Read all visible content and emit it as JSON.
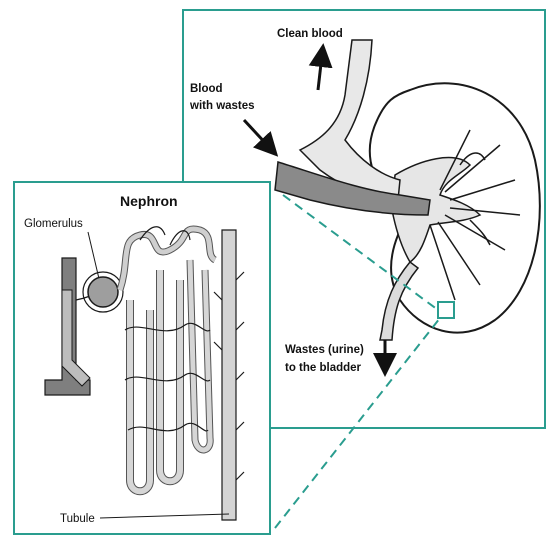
{
  "kidney_panel": {
    "labels": {
      "clean_blood": "Clean blood",
      "blood_line1": "Blood",
      "blood_line2": "with wastes",
      "wastes_line1": "Wastes (urine)",
      "wastes_line2": "to the bladder"
    }
  },
  "nephron_panel": {
    "title": "Nephron",
    "glomerulus": "Glomerulus",
    "tubule": "Tubule"
  },
  "colors": {
    "frame": "#2a9d8f",
    "outline": "#1a1a1a",
    "vessel_fill": "#8a8a8a",
    "ureter_fill": "#dcdcdc",
    "nephron_tube": "#c9c9c9"
  }
}
